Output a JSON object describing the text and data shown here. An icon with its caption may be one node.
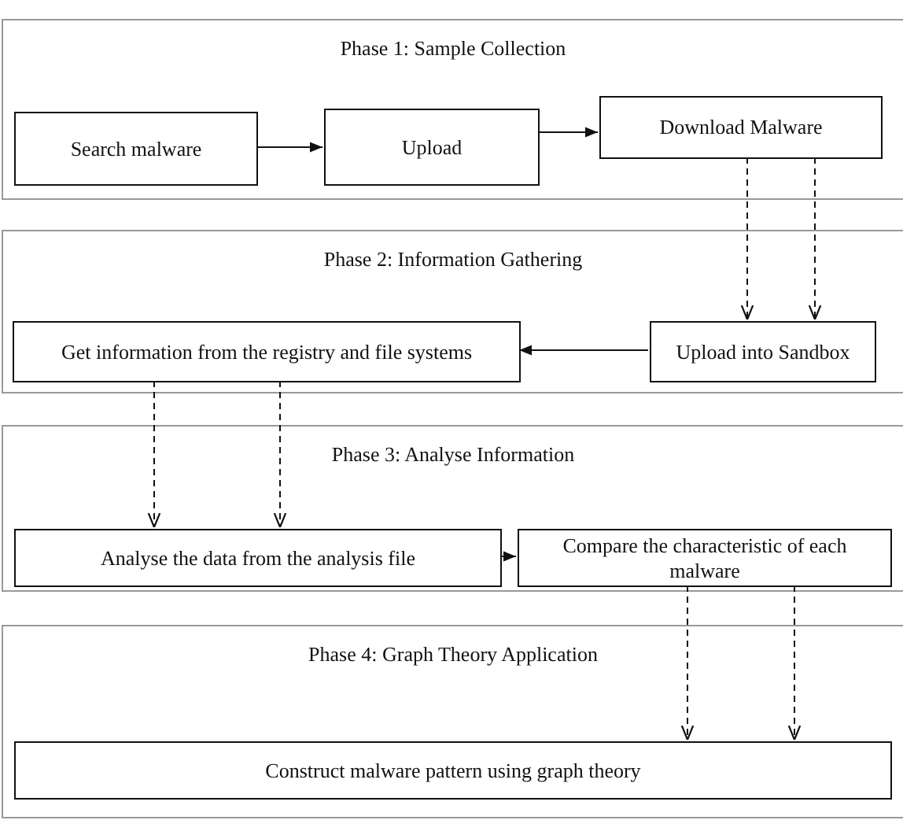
{
  "diagram": {
    "nodes": [
      {
        "text": [
          "Phase 1: Sample Collection"
        ]
      },
      {
        "text": [
          "Search malware"
        ],
        "in": 0
      },
      {
        "text": [
          "Upload"
        ],
        "in": 0
      },
      {
        "text": [
          "Download Malware"
        ],
        "in": 0
      },
      {
        "text": [
          "Phase 2: Information Gathering"
        ]
      },
      {
        "text": [
          "Get information from the registry and file systems"
        ],
        "in": 4
      },
      {
        "text": [
          "Upload into Sandbox"
        ],
        "in": 4
      },
      {
        "text": [
          "Phase 3: Analyse Information"
        ]
      },
      {
        "text": [
          "Analyse the data from the analysis file"
        ],
        "in": 7
      },
      {
        "text": [
          "Compare the characteristic of each malware"
        ],
        "in": 7
      },
      {
        "text": [
          "Phase 4: Graph Theory Application"
        ]
      },
      {
        "text": [
          "Construct malware pattern using graph theory"
        ],
        "in": 10
      }
    ],
    "edges": [
      {
        "from": 1,
        "to": 2,
        "arrow": "to"
      },
      {
        "from": 2,
        "to": 3,
        "arrow": "to"
      },
      {
        "from": 3,
        "to": 6,
        "arrow": "to",
        "style": "dashed"
      },
      {
        "from": 3,
        "to": 6,
        "arrow": "to",
        "style": "dashed"
      },
      {
        "from": 6,
        "to": 5,
        "arrow": "to"
      },
      {
        "from": 5,
        "to": 8,
        "arrow": "to",
        "style": "dashed"
      },
      {
        "from": 5,
        "to": 8,
        "arrow": "to",
        "style": "dashed"
      },
      {
        "from": 8,
        "to": 9,
        "arrow": "to"
      },
      {
        "from": 9,
        "to": 11,
        "arrow": "to",
        "style": "dashed"
      },
      {
        "from": 9,
        "to": 11,
        "arrow": "to",
        "style": "dashed"
      }
    ]
  }
}
